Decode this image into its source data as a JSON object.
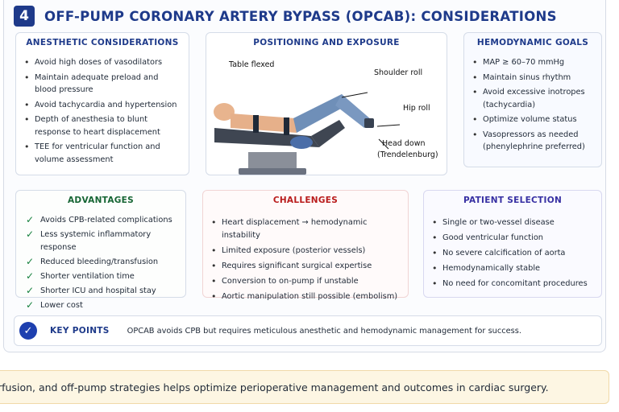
{
  "header": {
    "number": "4",
    "title": "OFF-PUMP CORONARY ARTERY BYPASS (OPCAB): CONSIDERATIONS"
  },
  "anesthetic": {
    "title": "ANESTHETIC CONSIDERATIONS",
    "items": [
      "Avoid high doses of vasodilators",
      "Maintain adequate preload and blood pressure",
      "Avoid tachycardia and hypertension",
      "Depth of anesthesia to blunt response to heart displacement",
      "TEE for ventricular function and volume assessment"
    ]
  },
  "positioning": {
    "title": "POSITIONING AND EXPOSURE",
    "labels": {
      "table_flexed": "Table flexed",
      "shoulder_roll": "Shoulder roll",
      "hip_roll": "Hip roll",
      "head_down": "Head down",
      "trendelenburg": "(Trendelenburg)"
    }
  },
  "hemodynamic": {
    "title": "HEMODYNAMIC GOALS",
    "items": [
      "MAP ≥ 60–70 mmHg",
      "Maintain sinus rhythm",
      "Avoid excessive inotropes (tachycardia)",
      "Optimize volume status",
      "Vasopressors as needed (phenylephrine preferred)"
    ]
  },
  "advantages": {
    "title": "ADVANTAGES",
    "items": [
      "Avoids CPB-related complications",
      "Less systemic inflammatory response",
      "Reduced bleeding/transfusion",
      "Shorter ventilation time",
      "Shorter ICU and hospital stay",
      "Lower cost"
    ]
  },
  "challenges": {
    "title": "CHALLENGES",
    "items": [
      "Heart displacement → hemodynamic instability",
      "Limited exposure (posterior vessels)",
      "Requires significant surgical expertise",
      "Conversion to on-pump if unstable",
      "Aortic manipulation still possible (embolism)"
    ]
  },
  "patient": {
    "title": "PATIENT SELECTION",
    "items": [
      "Single or two-vessel disease",
      "Good ventricular function",
      "No severe calcification of aorta",
      "Hemodynamically stable",
      "No need for concomitant procedures"
    ]
  },
  "keypoints": {
    "label": "KEY POINTS",
    "text": "OPCAB avoids CPB but requires meticulous anesthetic and hemodynamic management for success."
  },
  "footer": {
    "text": "rfusion, and off-pump strategies helps optimize perioperative management and outcomes in cardiac surgery."
  },
  "colors": {
    "primary": "#1e3a8a",
    "green": "#15803d",
    "red": "#b91c1c",
    "purple": "#3730a3",
    "footer_bg": "#fdf6e3"
  }
}
